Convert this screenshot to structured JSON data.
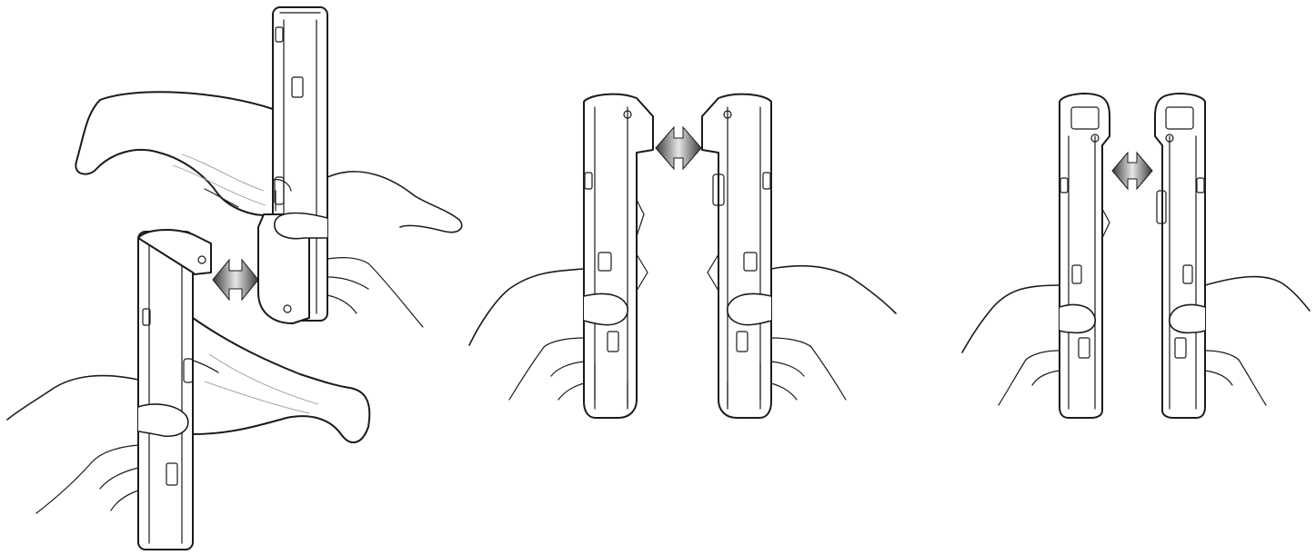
{
  "colors": {
    "line": "#1a1a1a",
    "arrow_dark": "#4a4a4a",
    "arrow_light": "#e6e6e6",
    "background": "#ffffff"
  },
  "panels": [
    {
      "id": "panel-1",
      "arrow": "double-headed-arrow",
      "objects": [
        "device-with-trigger-handle",
        "device-with-trigger-handle",
        "hand",
        "hand"
      ]
    },
    {
      "id": "panel-2",
      "arrow": "double-headed-arrow",
      "objects": [
        "device",
        "device",
        "hand",
        "hand"
      ]
    },
    {
      "id": "panel-3",
      "arrow": "double-headed-arrow",
      "objects": [
        "device",
        "device",
        "hand",
        "hand"
      ]
    }
  ]
}
